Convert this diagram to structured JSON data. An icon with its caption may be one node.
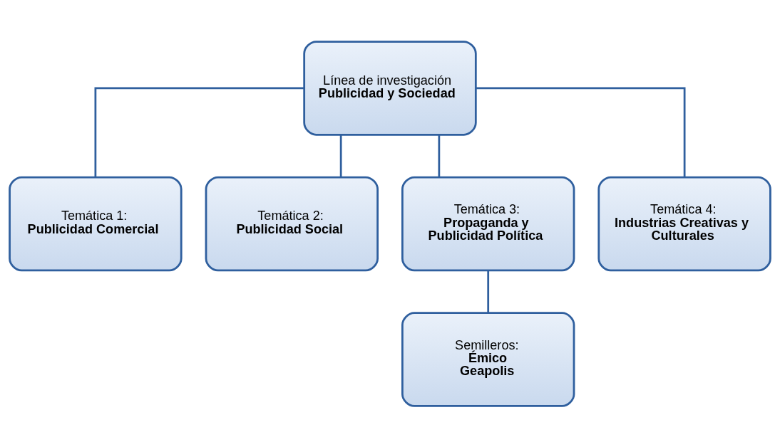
{
  "diagram": {
    "nodes": [
      {
        "text": [
          "Línea de investigación",
          "Publicidad y Sociedad"
        ]
      },
      {
        "text": [
          "Temática 1:",
          "Publicidad Comercial"
        ]
      },
      {
        "text": [
          "Temática 2:",
          "Publicidad Social"
        ]
      },
      {
        "text": [
          "Temática 3:",
          "Propaganda y Publicidad Política"
        ]
      },
      {
        "text": [
          "Temática 4:",
          "Industrias Creativas y Culturales"
        ]
      },
      {
        "text": [
          "Semilleros:",
          "Émico",
          "Geapolis"
        ]
      }
    ],
    "edges": [
      {
        "from": 0,
        "to": 1,
        "arrow": "none"
      },
      {
        "from": 0,
        "to": 2,
        "arrow": "none"
      },
      {
        "from": 0,
        "to": 3,
        "arrow": "none"
      },
      {
        "from": 0,
        "to": 4,
        "arrow": "none"
      },
      {
        "from": 3,
        "to": 5,
        "arrow": "none"
      }
    ]
  }
}
